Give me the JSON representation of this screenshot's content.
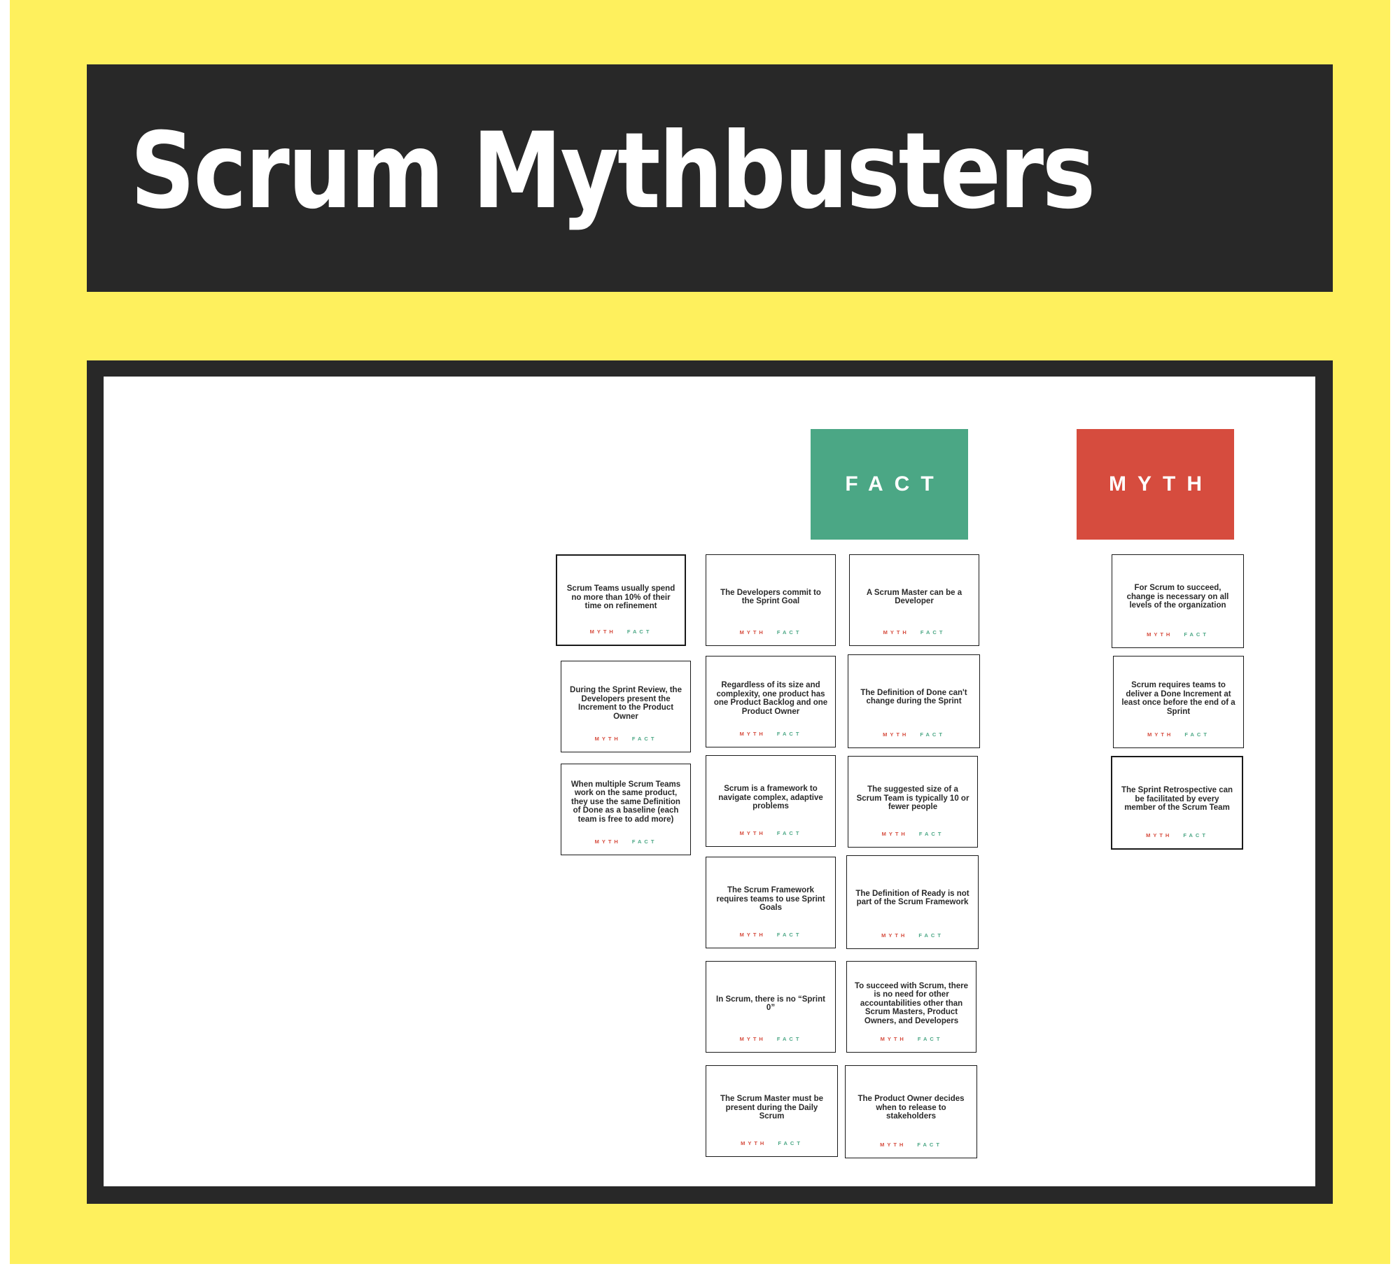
{
  "title": "Scrum Mythbusters",
  "colors": {
    "background": "#fef05d",
    "dark": "#282828",
    "fact": "#4ba785",
    "myth": "#d64c3e"
  },
  "headers": {
    "fact": "FACT",
    "myth": "MYTH"
  },
  "option_labels": {
    "myth": "MYTH",
    "fact": "FACT"
  },
  "cards": [
    {
      "text": "Scrum Teams usually spend no more than 10% of their time on refinement"
    },
    {
      "text": "During the Sprint Review, the Developers present the Increment to the Product Owner"
    },
    {
      "text": "When multiple Scrum Teams work on the same product, they use the same Definition of Done as a baseline (each team is free to add more)"
    },
    {
      "text": "The Developers commit to the Sprint Goal"
    },
    {
      "text": "Regardless of its size and complexity, one product has one Product Backlog and one Product Owner"
    },
    {
      "text": "Scrum is a framework to navigate complex, adaptive problems"
    },
    {
      "text": "The Scrum Framework requires teams to use Sprint Goals"
    },
    {
      "text": "In Scrum, there is no “Sprint 0”"
    },
    {
      "text": "The Scrum Master must be present during the Daily Scrum"
    },
    {
      "text": "A Scrum Master can be a Developer"
    },
    {
      "text": "The Definition of Done can't change during the Sprint"
    },
    {
      "text": "The suggested size of a Scrum Team is typically 10 or fewer people"
    },
    {
      "text": "The Definition of Ready is not part of the Scrum Framework"
    },
    {
      "text": "To succeed with Scrum, there is no need for other accountabilities other than Scrum Masters, Product Owners, and Developers"
    },
    {
      "text": "The Product Owner decides when to release to stakeholders"
    },
    {
      "text": "For Scrum to succeed, change is necessary on all levels of the organization"
    },
    {
      "text": "Scrum requires teams to deliver a Done Increment at least once before the end of a Sprint"
    },
    {
      "text": "The Sprint Retrospective can be facilitated by every member of the Scrum Team"
    }
  ]
}
